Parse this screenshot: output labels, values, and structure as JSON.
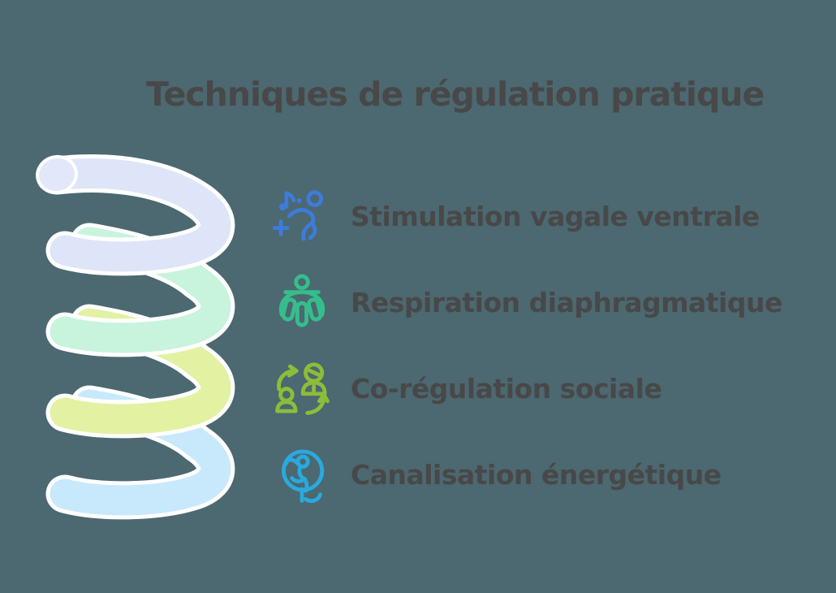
{
  "title": "Techniques de régulation pratique",
  "items": [
    {
      "label": "Stimulation vagale ventrale",
      "icon": "dancing-person-music-icon",
      "color": "#3D7CDB"
    },
    {
      "label": "Respiration diaphragmatique",
      "icon": "breathing-person-icon",
      "color": "#35BE8B"
    },
    {
      "label": "Co-régulation sociale",
      "icon": "social-coregulation-icon",
      "color": "#8CBD3A"
    },
    {
      "label": "Canalisation énergétique",
      "icon": "energy-channeling-icon",
      "color": "#2AA9DC"
    }
  ],
  "spiral": {
    "name": "coil-spring-graphic",
    "loop_colors": [
      "#DEE5F8",
      "#C8F3DC",
      "#E3F1A3",
      "#C8E9FB"
    ],
    "cap_color": "#E2E8FA",
    "outline_color": "#FFFFFF"
  },
  "colors": {
    "background": "#4C6871",
    "text": "#484848"
  }
}
